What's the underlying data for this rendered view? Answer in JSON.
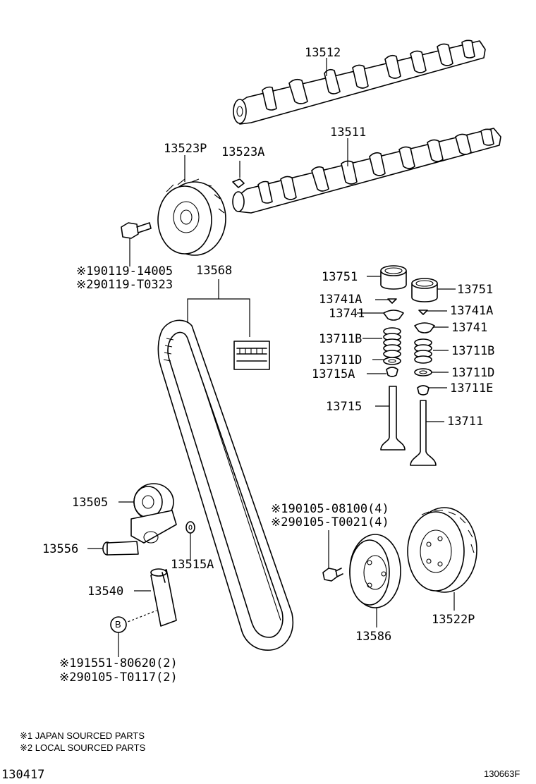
{
  "parts": {
    "p13512": "13512",
    "p13511": "13511",
    "p13523P": "13523P",
    "p13523A": "13523A",
    "bolt_a_1": "※190119-14005",
    "bolt_a_2": "※290119-T0323",
    "p13568": "13568",
    "p13751_left": "13751",
    "p13751_right": "13751",
    "p13741A_left": "13741A",
    "p13741A_right": "13741A",
    "p13741_left": "13741",
    "p13741_right": "13741",
    "p13711B_left": "13711B",
    "p13711B_right": "13711B",
    "p13711D_left": "13711D",
    "p13711D_right": "13711D",
    "p13715A": "13715A",
    "p13711E": "13711E",
    "p13715": "13715",
    "p13711": "13711",
    "p13505": "13505",
    "p13556": "13556",
    "p13515A": "13515A",
    "p13540": "13540",
    "bolt_b_1": "※190105-08100(4)",
    "bolt_b_2": "※290105-T0021(4)",
    "p13586": "13586",
    "p13522P": "13522P",
    "bolt_c_1": "※191551-80620(2)",
    "bolt_c_2": "※290105-T0117(2)",
    "callout_b": "B"
  },
  "notes": {
    "note1": "※1 JAPAN SOURCED PARTS",
    "note2": "※2 LOCAL SOURCED PARTS"
  },
  "footer": {
    "left_code": "130417",
    "right_code": "130663F"
  }
}
